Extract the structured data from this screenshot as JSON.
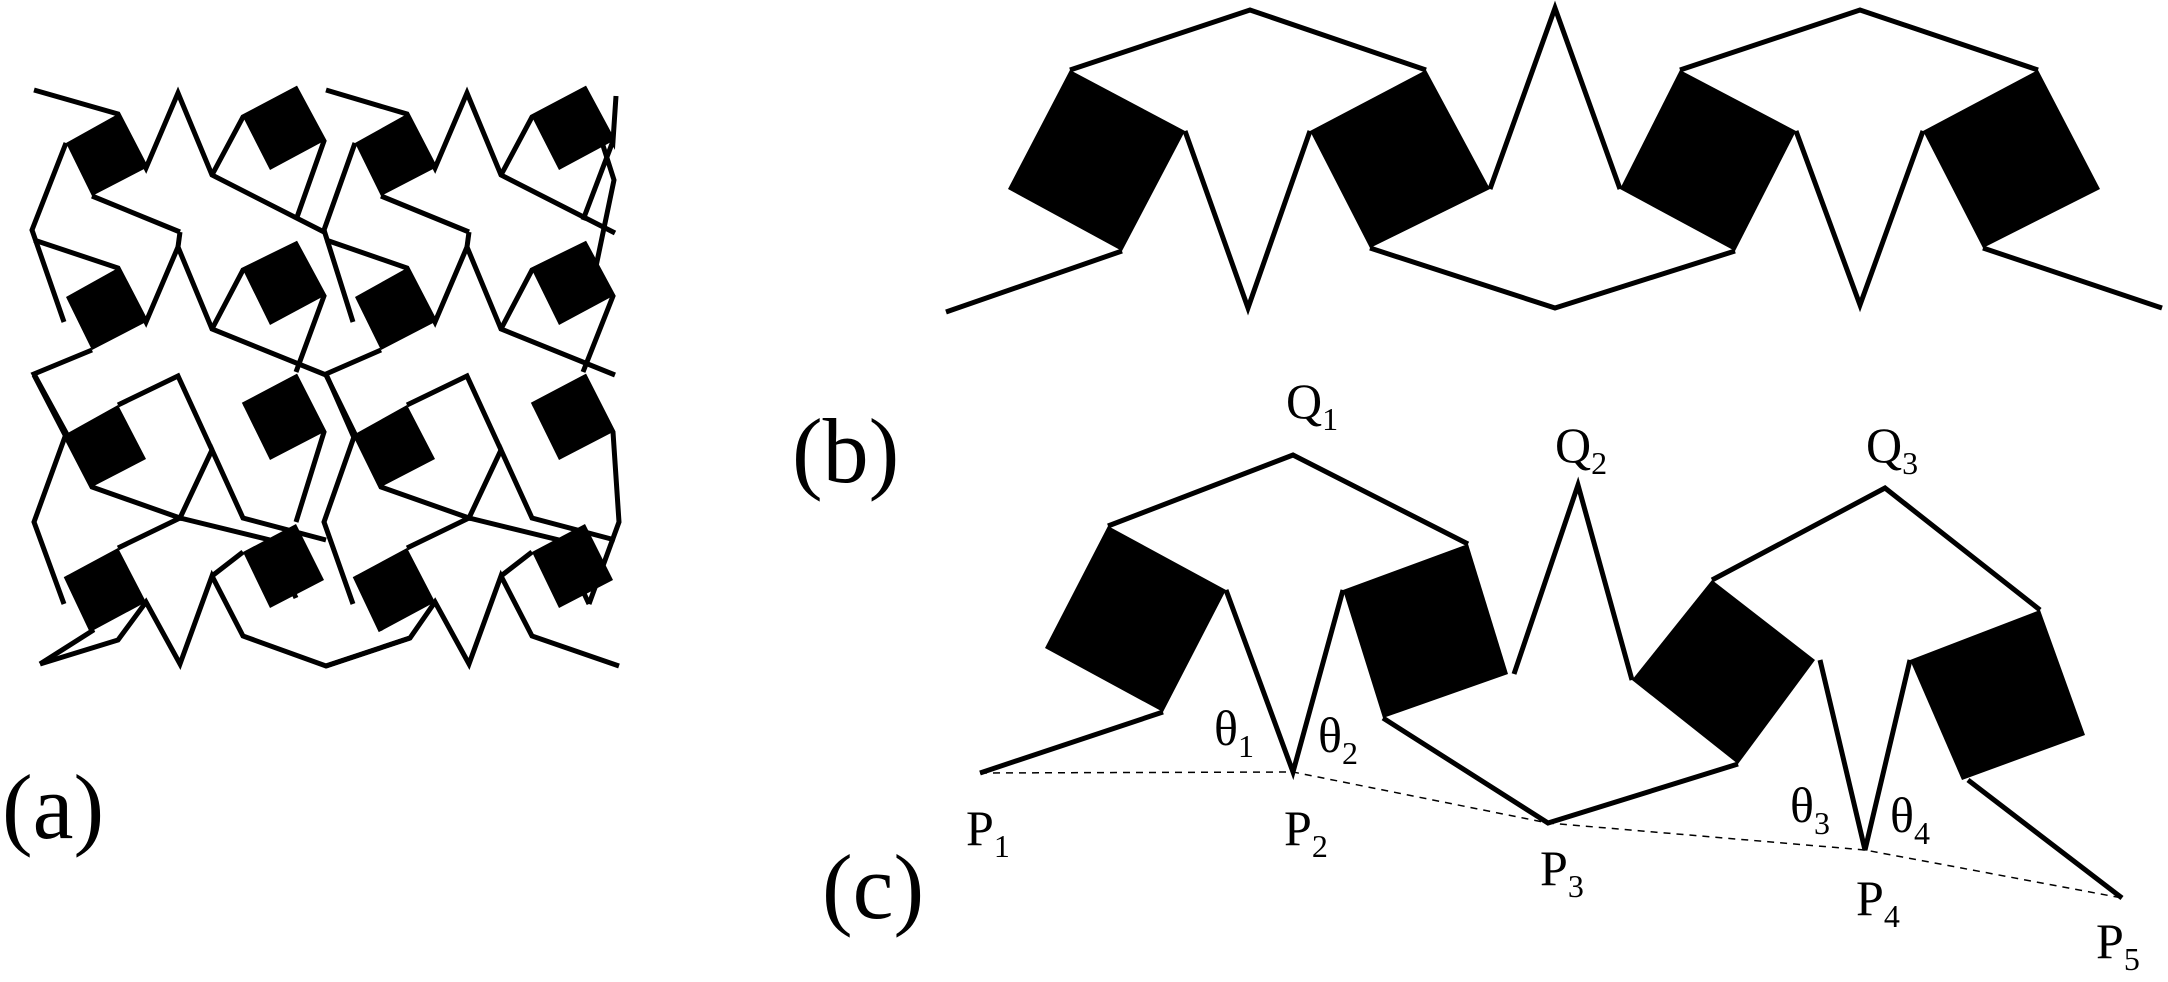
{
  "panels": {
    "a": {
      "label": "(a)"
    },
    "b": {
      "label": "(b)"
    },
    "c": {
      "label": "(c)"
    }
  },
  "points": {
    "p1": {
      "base": "P",
      "sub": "1"
    },
    "p2": {
      "base": "P",
      "sub": "2"
    },
    "p3": {
      "base": "P",
      "sub": "3"
    },
    "p4": {
      "base": "P",
      "sub": "4"
    },
    "p5": {
      "base": "P",
      "sub": "5"
    },
    "q1": {
      "base": "Q",
      "sub": "1"
    },
    "q2": {
      "base": "Q",
      "sub": "2"
    },
    "q3": {
      "base": "Q",
      "sub": "3"
    }
  },
  "angles": {
    "t1": {
      "base": "θ",
      "sub": "1"
    },
    "t2": {
      "base": "θ",
      "sub": "2"
    },
    "t3": {
      "base": "θ",
      "sub": "3"
    },
    "t4": {
      "base": "θ",
      "sub": "4"
    }
  },
  "colors": {
    "ink": "#000000",
    "background": "#ffffff"
  }
}
